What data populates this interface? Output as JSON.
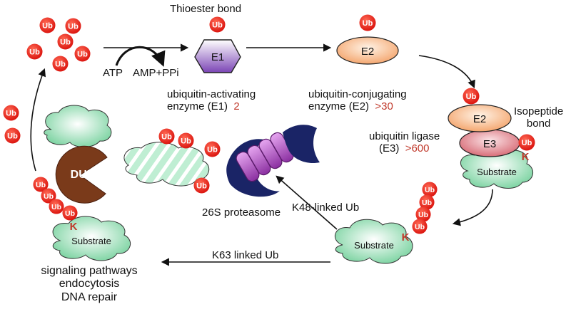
{
  "ub": "Ub",
  "lysine": "K",
  "thioester_bond": "Thioester bond",
  "atp": "ATP",
  "amp_ppi": "AMP+PPi",
  "e1": {
    "name": "E1",
    "desc_line1": "ubiquitin-activating",
    "desc_line2": "enzyme (E1)",
    "count": "2"
  },
  "e2": {
    "name": "E2",
    "desc_line1": "ubiquitin-conjugating",
    "desc_line2": "enzyme (E2)",
    "count": ">30"
  },
  "e3": {
    "name": "E3",
    "desc_line1": "ubiquitin ligase",
    "desc_line2": "(E3)",
    "count": ">600"
  },
  "isopeptide_line1": "Isopeptide",
  "isopeptide_line2": "bond",
  "substrate": "Substrate",
  "proteasome": "26S proteasome",
  "k48": "K48-linked Ub",
  "k63": "K63 linked Ub",
  "dub": "DUB",
  "outcomes": [
    "signaling pathways",
    "endocytosis",
    "DNA repair"
  ],
  "colors": {
    "ub_red": "#e8150f",
    "e1_purple": "#8e5cc2",
    "e2_orange": "#f4a46a",
    "e3_pink": "#d9646f",
    "substrate_green": "#8fdcb0",
    "dub_brown": "#7a3a1a",
    "proteasome_navy": "#1a2466",
    "proteasome_purple": "#9b3fb0",
    "accent_red": "#c0392b"
  }
}
